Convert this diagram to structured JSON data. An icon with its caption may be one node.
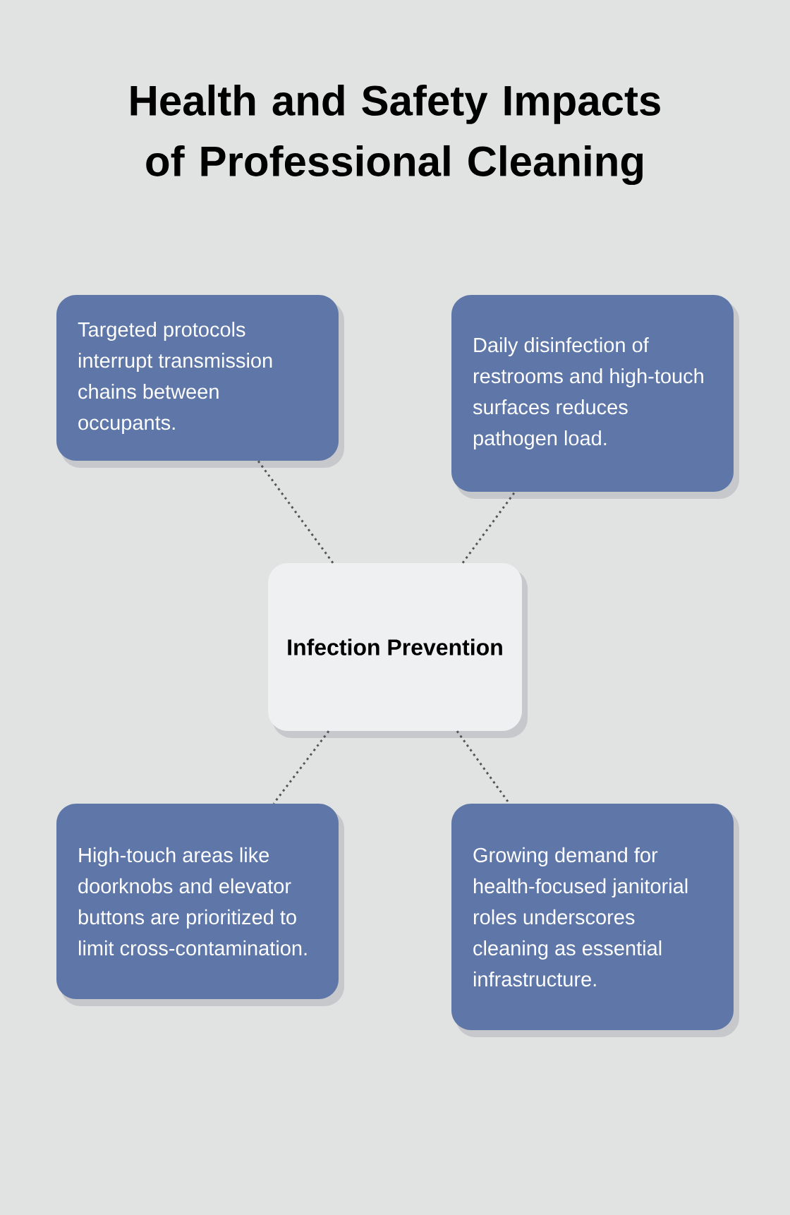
{
  "diagram": {
    "title": "Health and Safety Impacts of Professional Cleaning",
    "nodes": [
      {
        "text": [
          "Targeted protocols interrupt transmission chains between occupants."
        ]
      },
      {
        "text": [
          "Daily disinfection of restrooms and high-touch surfaces reduces pathogen load."
        ]
      },
      {
        "text": [
          "Infection Prevention"
        ]
      },
      {
        "text": [
          "High-touch areas like doorknobs and elevator buttons are prioritized to limit cross-contamination."
        ]
      },
      {
        "text": [
          "Growing demand for health-focused janitorial roles underscores cleaning as essential infrastructure."
        ]
      }
    ],
    "edges": [
      {
        "from": 2,
        "to": 0,
        "arrow": "none",
        "style": "dashed"
      },
      {
        "from": 2,
        "to": 1,
        "arrow": "none",
        "style": "dashed"
      },
      {
        "from": 2,
        "to": 3,
        "arrow": "none",
        "style": "dashed"
      },
      {
        "from": 2,
        "to": 4,
        "arrow": "none",
        "style": "dashed"
      }
    ]
  }
}
